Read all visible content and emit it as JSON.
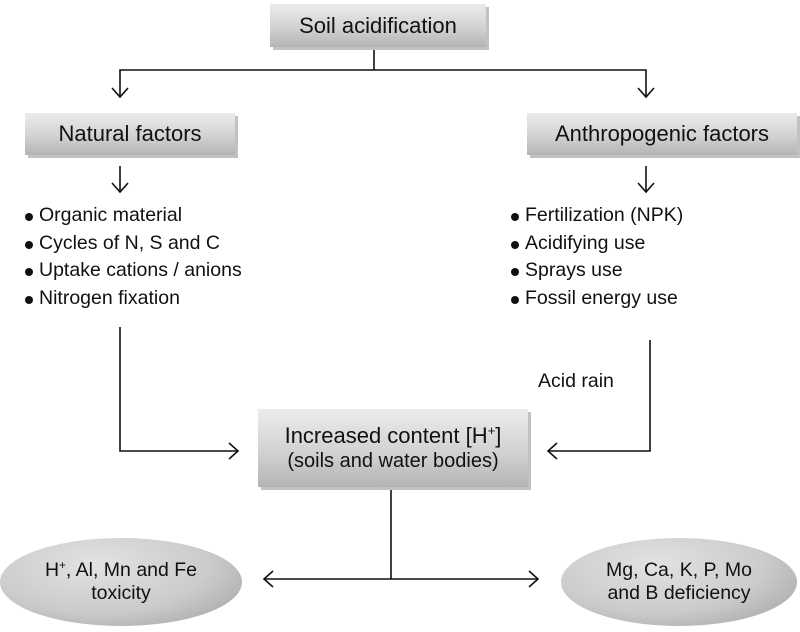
{
  "title": "Soil acidification",
  "natural": {
    "label": "Natural factors",
    "items": [
      "Organic material",
      "Cycles of N, S and C",
      "Uptake cations / anions",
      "Nitrogen fixation"
    ]
  },
  "anthropogenic": {
    "label": "Anthropogenic factors",
    "items": [
      "Fertilization (NPK)",
      "Acidifying use",
      "Sprays use",
      "Fossil energy use"
    ]
  },
  "acid_rain": "Acid rain",
  "center": {
    "line1_prefix": "Increased content [H",
    "line1_sup": "+",
    "line1_suffix": "]",
    "line2": "(soils and water bodies)"
  },
  "toxicity": {
    "line1_prefix": "H",
    "line1_sup": "+",
    "line1_suffix": ", Al, Mn and Fe",
    "line2": "toxicity"
  },
  "deficiency": {
    "line1": "Mg, Ca, K, P, Mo",
    "line2": "and B deficiency"
  }
}
